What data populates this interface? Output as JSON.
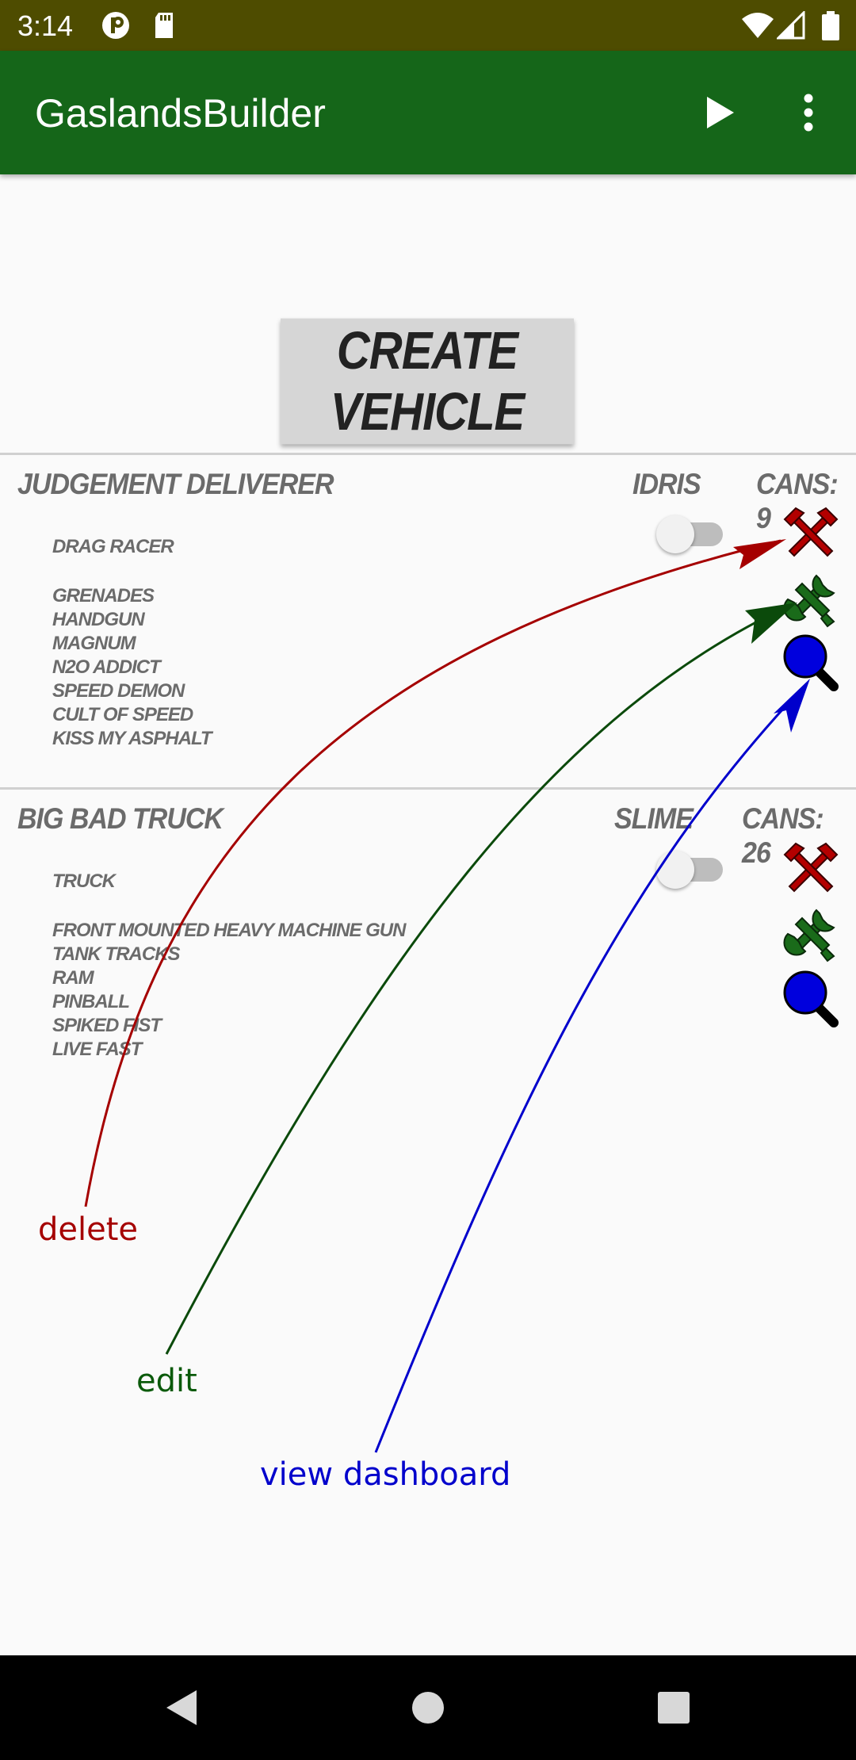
{
  "status_bar": {
    "time": "3:14",
    "icons": [
      "p-badge-icon",
      "sd-card-icon",
      "wifi-icon",
      "signal-icon",
      "battery-icon"
    ]
  },
  "app_bar": {
    "title": "GaslandsBuilder",
    "actions": [
      "play-icon",
      "more-vert-icon"
    ]
  },
  "create_button": {
    "label": "CREATE VEHICLE"
  },
  "vehicles": [
    {
      "name": "JUDGEMENT DELIVERER",
      "driver": "IDRIS",
      "cans": "CANS: 9",
      "type": "DRAG RACER",
      "items": [
        "GRENADES",
        "HANDGUN",
        "MAGNUM",
        "N2O ADDICT",
        "SPEED DEMON",
        "CULT OF SPEED",
        "KISS MY ASPHALT"
      ]
    },
    {
      "name": "BIG BAD TRUCK",
      "driver": "SLIME",
      "cans": "CANS: 26",
      "type": "TRUCK",
      "items": [
        "FRONT MOUNTED HEAVY MACHINE GUN",
        "TANK TRACKS",
        "RAM",
        "PINBALL",
        "SPIKED FIST",
        "LIVE FAST"
      ]
    }
  ],
  "annotations": {
    "delete": {
      "label": "delete",
      "color": "#a50000"
    },
    "edit": {
      "label": "edit",
      "color": "#0b5a0b"
    },
    "view": {
      "label": "view dashboard",
      "color": "#0000cc"
    }
  },
  "colors": {
    "status_bar": "#4e4c00",
    "app_bar": "#156619",
    "delete_icon": "#b30000",
    "edit_icon": "#1a6b1a",
    "view_icon": "#0000dd"
  },
  "nav_bar": {
    "buttons": [
      "back-icon",
      "home-icon",
      "recents-icon"
    ]
  }
}
